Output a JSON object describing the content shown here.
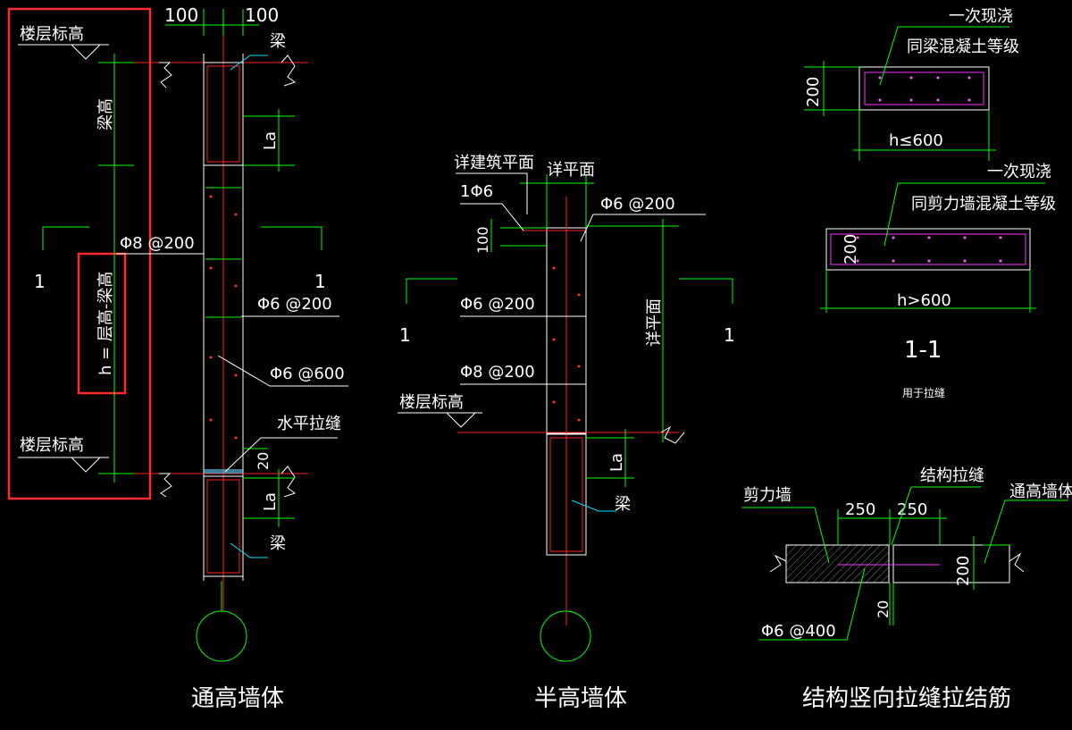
{
  "left_wall": {
    "title": "通高墙体",
    "dim_top_left": "100",
    "dim_top_right": "100",
    "floor_level_top": "楼层标高",
    "floor_level_bottom": "楼层标高",
    "beam_top": "梁",
    "beam_bottom": "梁",
    "beam_height": "梁高",
    "la_top": "La",
    "la_bottom": "La",
    "rebar_phi8": "Φ8 @200",
    "rebar_phi6_200": "Φ6 @200",
    "rebar_phi6_600": "Φ6 @600",
    "horizontal_joint": "水平拉缝",
    "dim_20": "20",
    "h_formula": "h = 层高-梁高",
    "section_mark_left": "1",
    "section_mark_right": "1"
  },
  "middle_wall": {
    "title": "半高墙体",
    "see_arch_plan": "详建筑平面",
    "see_plan_top": "详平面",
    "see_plan_side": "详平面",
    "rebar_1phi6": "1Φ6",
    "dim_100": "100",
    "rebar_phi6_200_right": "Φ6 @200",
    "rebar_phi6_200_left": "Φ6 @200",
    "rebar_phi8_200": "Φ8 @200",
    "floor_level": "楼层标高",
    "la": "La",
    "beam": "梁",
    "section_mark_left": "1",
    "section_mark_right": "1"
  },
  "section_detail": {
    "cast_once_top": "一次现浇",
    "same_beam_grade": "同梁混凝土等级",
    "dim_200_top": "200",
    "h_le_600": "h≤600",
    "cast_once_bottom": "一次现浇",
    "same_shear_grade": "同剪力墙混凝土等级",
    "dim_200_bottom": "200",
    "h_gt_600": "h>600",
    "section_label": "1-1",
    "used_for_joint": "用于拉缝"
  },
  "joint_detail": {
    "title": "结构竖向拉缝拉结筋",
    "shear_wall": "剪力墙",
    "structural_joint": "结构拉缝",
    "full_height_wall": "通高墙体",
    "dim_250_left": "250",
    "dim_250_right": "250",
    "dim_200": "200",
    "dim_20": "20",
    "rebar_phi6_400": "Φ6 @400"
  },
  "colors": {
    "background": "#000000",
    "dimension_lines": "#00ff00",
    "outline": "#ffffff",
    "rebar": "#ff2020",
    "leader": "#00e5ff",
    "section_rebar": "#ff33ff",
    "highlight_box": "#ff2a2a"
  }
}
